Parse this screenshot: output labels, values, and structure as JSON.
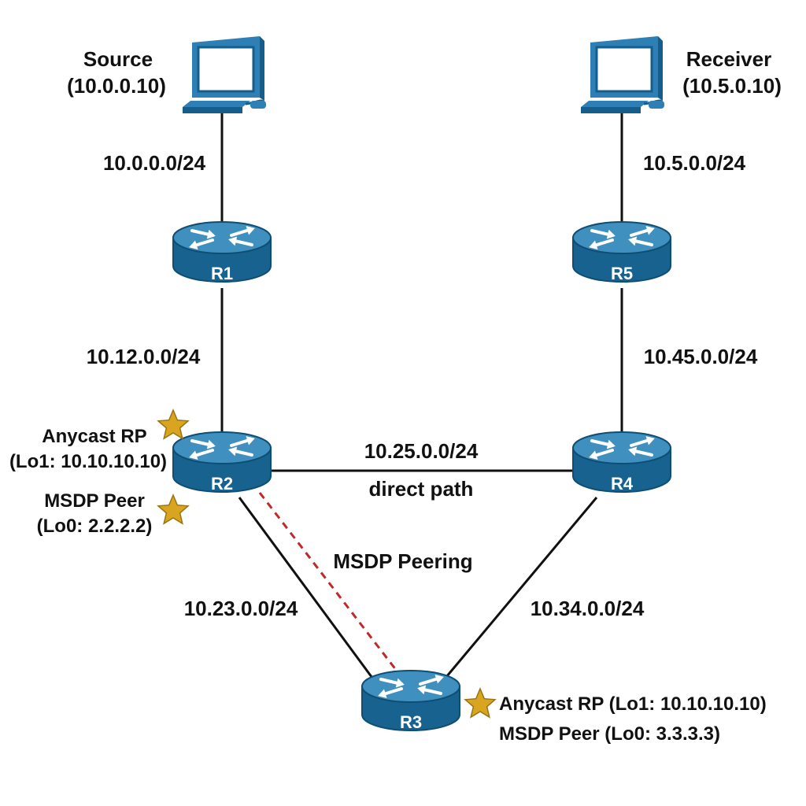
{
  "colors": {
    "router_top": "#3f8fbf",
    "router_side": "#17628f",
    "router_edge": "#0f4e74",
    "pc_body": "#2e7fb5",
    "pc_dark": "#155d8a",
    "link": "#111111",
    "msdp_link": "#c0282a",
    "star": "#d9a520",
    "star_edge": "#9a7410"
  },
  "hosts": {
    "source": {
      "name": "Source",
      "ip": "(10.0.0.10)",
      "icon": "pc-icon"
    },
    "receiver": {
      "name": "Receiver",
      "ip": "(10.5.0.10)",
      "icon": "pc-icon"
    }
  },
  "routers": {
    "r1": {
      "name": "R1",
      "icon": "router-icon"
    },
    "r2": {
      "name": "R2",
      "icon": "router-icon"
    },
    "r3": {
      "name": "R3",
      "icon": "router-icon"
    },
    "r4": {
      "name": "R4",
      "icon": "router-icon"
    },
    "r5": {
      "name": "R5",
      "icon": "router-icon"
    }
  },
  "links": {
    "source_r1": "10.0.0.0/24",
    "receiver_r5": "10.5.0.0/24",
    "r1_r2": "10.12.0.0/24",
    "r5_r4": "10.45.0.0/24",
    "r2_r4": "10.25.0.0/24",
    "r2_r4_note": "direct path",
    "r2_r3": "10.23.0.0/24",
    "r4_r3": "10.34.0.0/24",
    "msdp": "MSDP Peering"
  },
  "annotations": {
    "r2_anycast": "Anycast RP",
    "r2_anycast_lo": "(Lo1: 10.10.10.10)",
    "r2_msdp": "MSDP Peer",
    "r2_msdp_lo": "(Lo0: 2.2.2.2)",
    "r3_anycast": "Anycast RP (Lo1: 10.10.10.10)",
    "r3_msdp": "MSDP Peer (Lo0: 3.3.3.3)"
  }
}
